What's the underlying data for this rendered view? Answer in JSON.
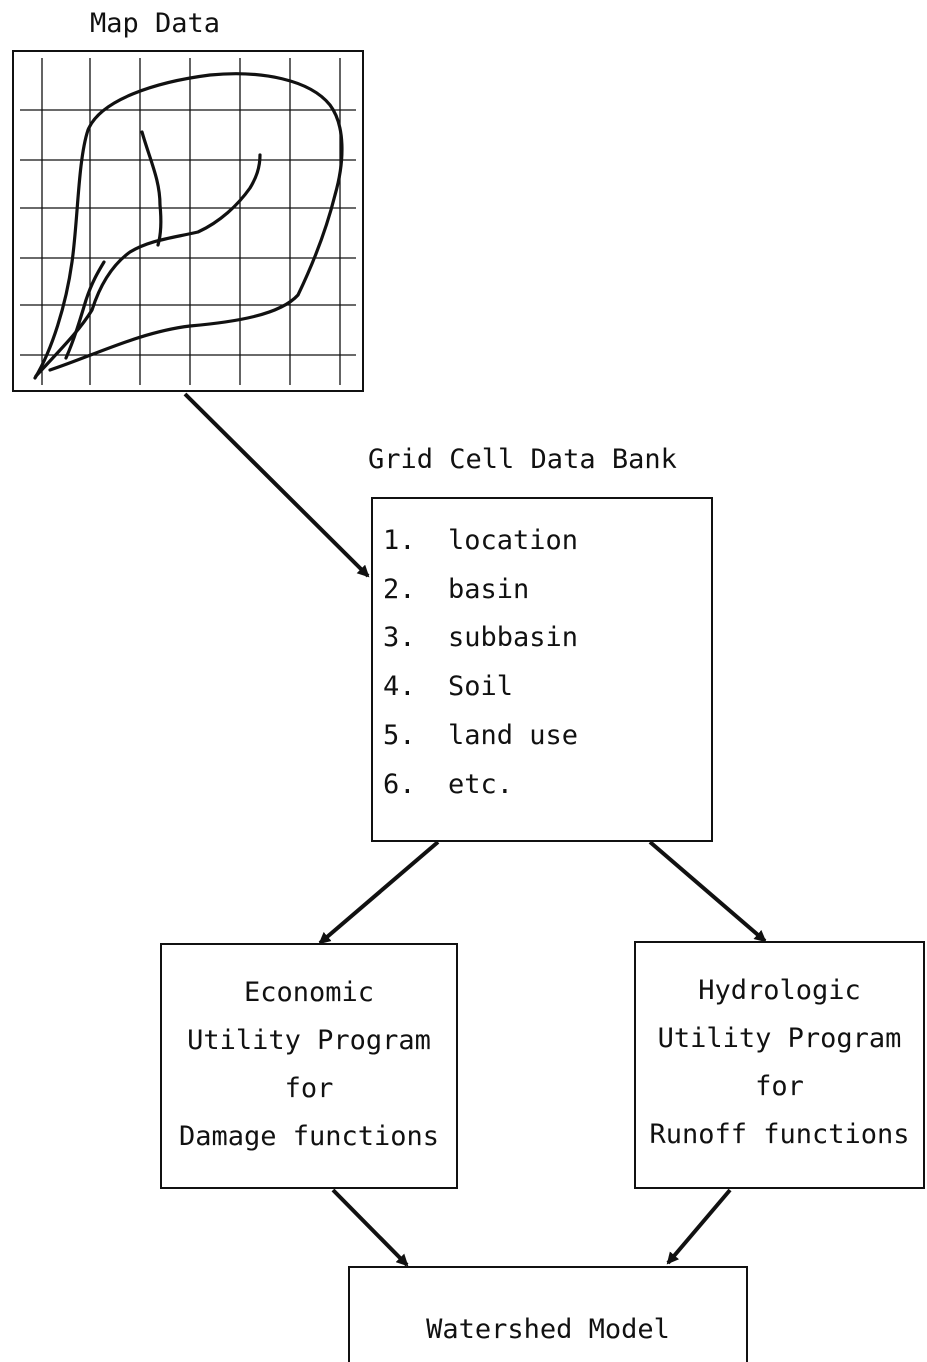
{
  "map": {
    "title": "Map Data"
  },
  "databank": {
    "title": "Grid Cell Data Bank",
    "items": [
      {
        "num": "1.",
        "text": "location"
      },
      {
        "num": "2.",
        "text": "basin"
      },
      {
        "num": "3.",
        "text": "subbasin"
      },
      {
        "num": "4.",
        "text": "Soil"
      },
      {
        "num": "5.",
        "text": "land use"
      },
      {
        "num": "6.",
        "text": "etc."
      }
    ]
  },
  "economic": {
    "lines": [
      "Economic",
      "Utility Program",
      "for",
      "Damage functions"
    ]
  },
  "hydrologic": {
    "lines": [
      "Hydrologic",
      "Utility Program",
      "for",
      "Runoff functions"
    ]
  },
  "watershed": {
    "label": "Watershed Model"
  },
  "colors": {
    "ink": "#111111",
    "background": "#ffffff"
  }
}
